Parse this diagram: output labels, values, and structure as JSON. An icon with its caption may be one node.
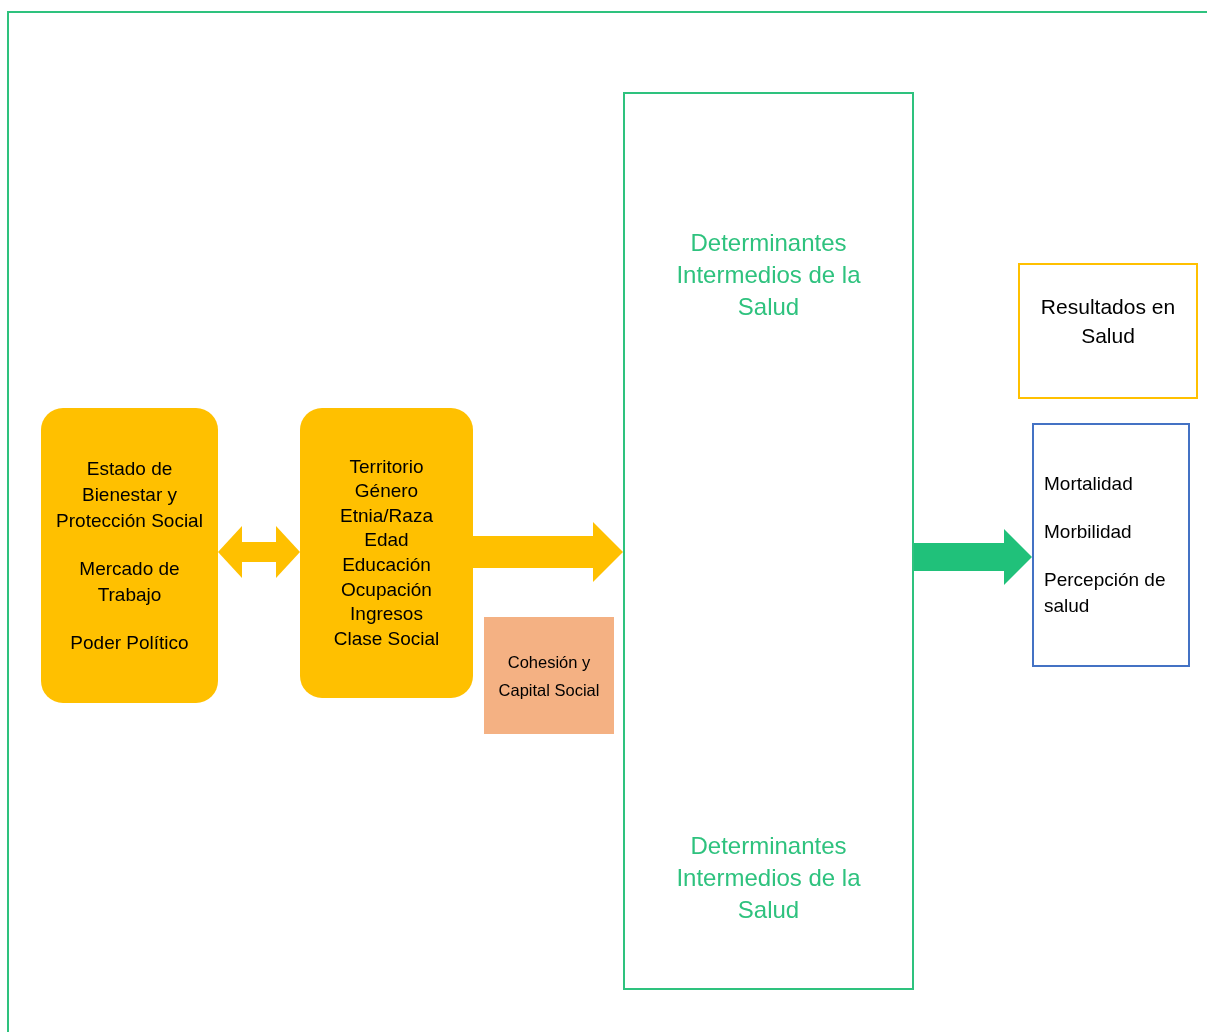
{
  "diagram": {
    "nodes": [
      {
        "text": [
          "Estado de Bienestar y Protección Social",
          "Mercado de Trabajo",
          "Poder Político"
        ]
      },
      {
        "text": [
          "Territorio",
          "Género",
          "Etnia/Raza",
          "Edad",
          "Educación",
          "Ocupación",
          "Ingresos",
          "Clase Social"
        ]
      },
      {
        "text": [
          "Cohesión y Capital Social"
        ]
      },
      {
        "text": [
          "Determinantes Intermedios de la Salud",
          "Determinantes Intermedios de la Salud"
        ]
      },
      {
        "text": [
          "Resultados en Salud"
        ]
      },
      {
        "text": [
          "Mortalidad",
          "Morbilidad",
          "Percepción de salud"
        ]
      }
    ],
    "edges": [
      {
        "from": 0,
        "to": 1,
        "arrow": "both"
      },
      {
        "from": 1,
        "to": 3,
        "arrow": "to"
      },
      {
        "from": 3,
        "to": 5,
        "arrow": "to",
        "color": "#20c17a"
      }
    ]
  }
}
